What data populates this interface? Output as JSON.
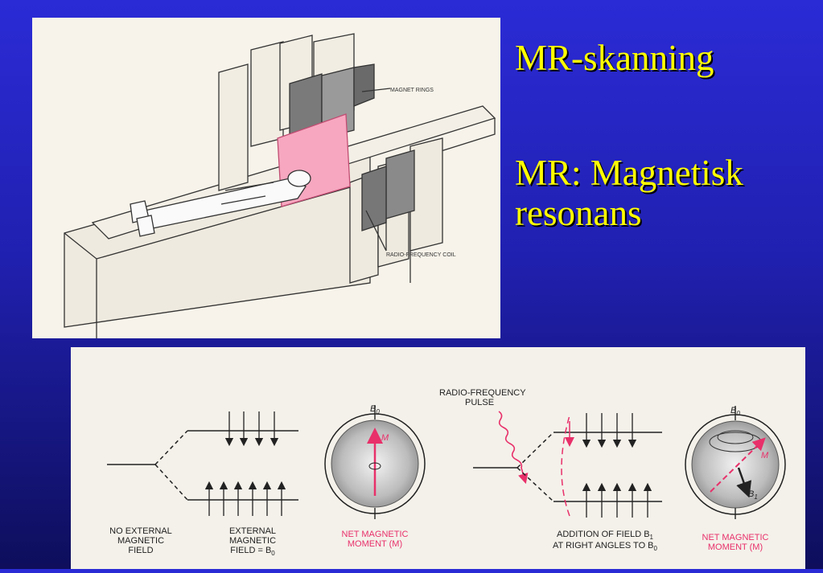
{
  "slide": {
    "title": "MR-skanning",
    "subtitle_line1": "MR: Magnetisk",
    "subtitle_line2": "resonans"
  },
  "scanner_illustration": {
    "label_magnet_rings": "MAGNET RINGS",
    "label_rf_coil": "RADIO-FREQUENCY COIL"
  },
  "resonance_diagram": {
    "b0_top_left": "B",
    "b0_sub": "0",
    "m_label": "M",
    "b1_label": "B",
    "b1_sub": "1",
    "rf_pulse_line1": "RADIO-FREQUENCY",
    "rf_pulse_line2": "PULSE",
    "caption_no_field": [
      "NO EXTERNAL",
      "MAGNETIC",
      "FIELD"
    ],
    "caption_external": [
      "EXTERNAL",
      "MAGNETIC",
      "FIELD = B"
    ],
    "caption_net_left": [
      "NET MAGNETIC",
      "MOMENT (M)"
    ],
    "caption_addition": [
      "ADDITION OF FIELD B",
      "AT RIGHT ANGLES TO B"
    ],
    "caption_net_right": [
      "NET MAGNETIC",
      "MOMENT (M)"
    ]
  },
  "colors": {
    "title_yellow": "#ffff00",
    "accent_pink": "#e8306a",
    "slide_blue": "#2222c0"
  }
}
